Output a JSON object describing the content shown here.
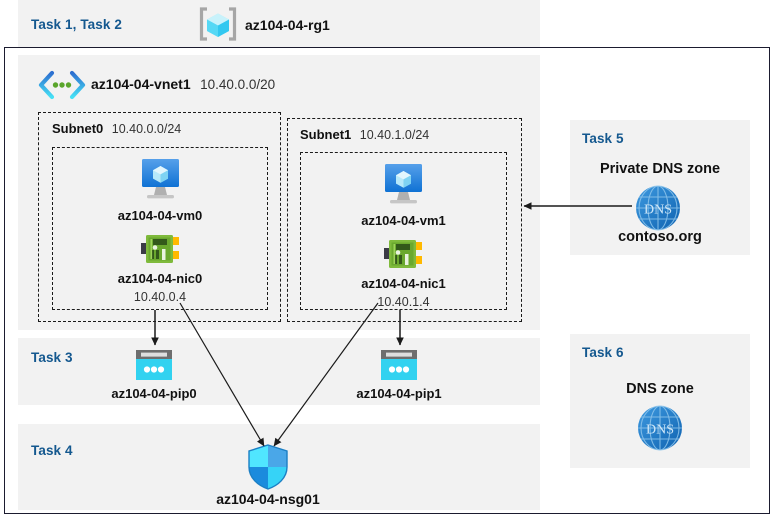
{
  "header": {
    "task_label": "Task 1, Task 2",
    "rg_icon": "resource-group-cube-icon",
    "rg_name": "az104-04-rg1"
  },
  "vnet": {
    "icon": "virtual-network-icon",
    "name": "az104-04-vnet1",
    "cidr": "10.40.0.0/20"
  },
  "subnets": [
    {
      "name": "Subnet0",
      "cidr": "10.40.0.0/24",
      "vm": {
        "icon": "virtual-machine-icon",
        "name": "az104-04-vm0"
      },
      "nic": {
        "icon": "network-interface-icon",
        "name": "az104-04-nic0",
        "ip": "10.40.0.4"
      }
    },
    {
      "name": "Subnet1",
      "cidr": "10.40.1.0/24",
      "vm": {
        "icon": "virtual-machine-icon",
        "name": "az104-04-vm1"
      },
      "nic": {
        "icon": "network-interface-icon",
        "name": "az104-04-nic1",
        "ip": "10.40.1.4"
      }
    }
  ],
  "task3": {
    "task_label": "Task 3",
    "pips": [
      {
        "icon": "public-ip-address-icon",
        "name": "az104-04-pip0"
      },
      {
        "icon": "public-ip-address-icon",
        "name": "az104-04-pip1"
      }
    ]
  },
  "task4": {
    "task_label": "Task 4",
    "nsg": {
      "icon": "network-security-group-shield-icon",
      "name": "az104-04-nsg01"
    }
  },
  "task5": {
    "task_label": "Task 5",
    "title": "Private DNS zone",
    "icon": "dns-globe-icon",
    "icon_label": "DNS",
    "zone_name": "contoso.org"
  },
  "task6": {
    "task_label": "Task 6",
    "title": "DNS zone",
    "icon": "dns-globe-icon",
    "icon_label": "DNS"
  },
  "colors": {
    "task_label": "#14588f",
    "panel_bg": "#f2f2f2",
    "frame_border": "#1b1b2f",
    "azure_blue": "#0078d4",
    "cyan": "#32c8f0",
    "nic_green": "#6aa02c",
    "dns_blue": "#1f7fd0"
  }
}
